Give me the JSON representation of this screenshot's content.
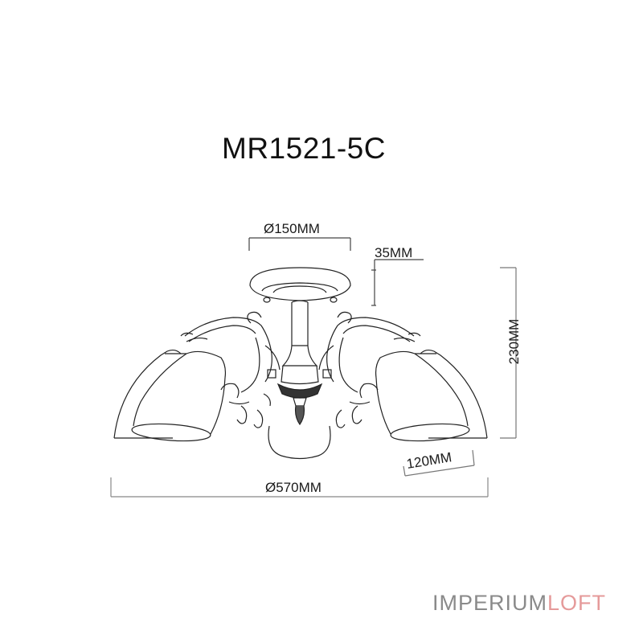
{
  "title": "MR1521-5C",
  "dimensions": {
    "ceiling_plate_diameter": "Ø150MM",
    "ceiling_plate_height": "35MM",
    "total_height": "230MM",
    "shade_diameter": "120MM",
    "total_diameter": "Ø570MM"
  },
  "brand": {
    "part1": "IMPERIUM",
    "part2": "LOFT",
    "color1": "#8a8a8a",
    "color2": "#e59a9a"
  }
}
